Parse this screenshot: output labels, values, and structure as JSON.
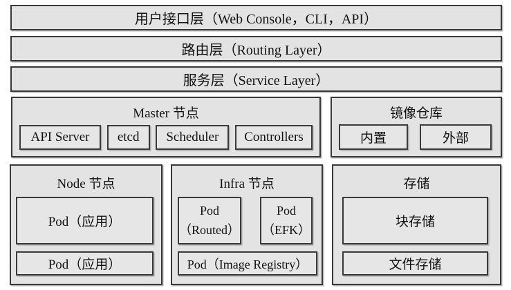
{
  "colors": {
    "background": "#ffffff",
    "box_fill": "#e3e3e3",
    "box_border": "#383838",
    "text": "#111111"
  },
  "layers": [
    {
      "label": "用户接口层（Web Console，CLI，API）"
    },
    {
      "label": "路由层（Routing Layer）"
    },
    {
      "label": "服务层（Service Layer）"
    }
  ],
  "master": {
    "title": "Master 节点",
    "components": [
      "API Server",
      "etcd",
      "Scheduler",
      "Controllers"
    ]
  },
  "image_registry": {
    "title": "镜像仓库",
    "options": [
      "内置",
      "外部"
    ]
  },
  "node": {
    "title": "Node 节点",
    "pods": [
      "Pod（应用）",
      "Pod（应用）"
    ]
  },
  "infra": {
    "title": "Infra 节点",
    "pod_routed": {
      "line1": "Pod",
      "line2": "（Routed）"
    },
    "pod_efk": {
      "line1": "Pod",
      "line2": "（EFK）"
    },
    "pod_image_registry": "Pod（Image Registry）"
  },
  "storage": {
    "title": "存储",
    "items": [
      "块存储",
      "文件存储"
    ]
  }
}
